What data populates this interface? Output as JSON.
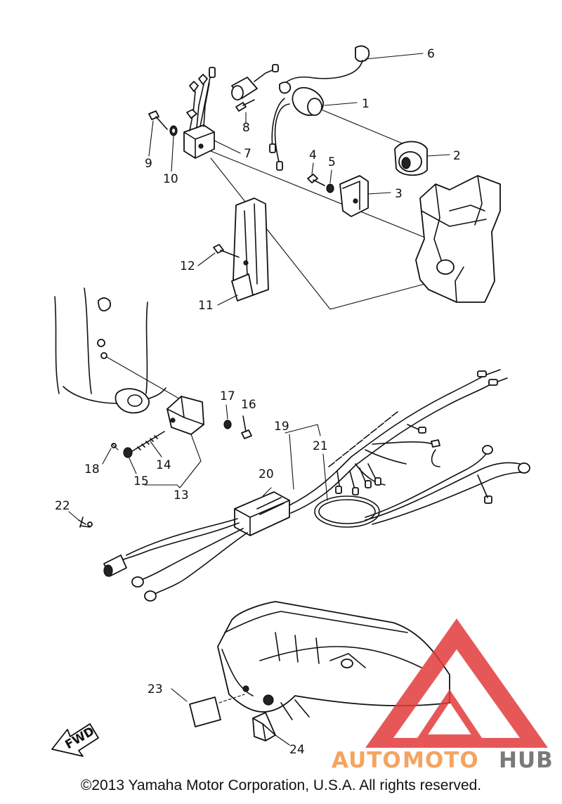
{
  "callouts": [
    "1",
    "2",
    "3",
    "4",
    "5",
    "6",
    "7",
    "8",
    "9",
    "10",
    "11",
    "12",
    "13",
    "14",
    "15",
    "16",
    "17",
    "18",
    "19",
    "20",
    "21",
    "22",
    "23",
    "24"
  ],
  "fwd_label": "FWD",
  "watermark": {
    "auto": "AUTO",
    "moto": "MOTO",
    "hub": "HUB",
    "auto_color": "#f4a460",
    "moto_color": "#f4a460",
    "hub_color": "#7a7a7a",
    "logo_color": "#e23b3b"
  },
  "copyright": "©2013 Yamaha Motor Corporation, U.S.A. All rights reserved."
}
